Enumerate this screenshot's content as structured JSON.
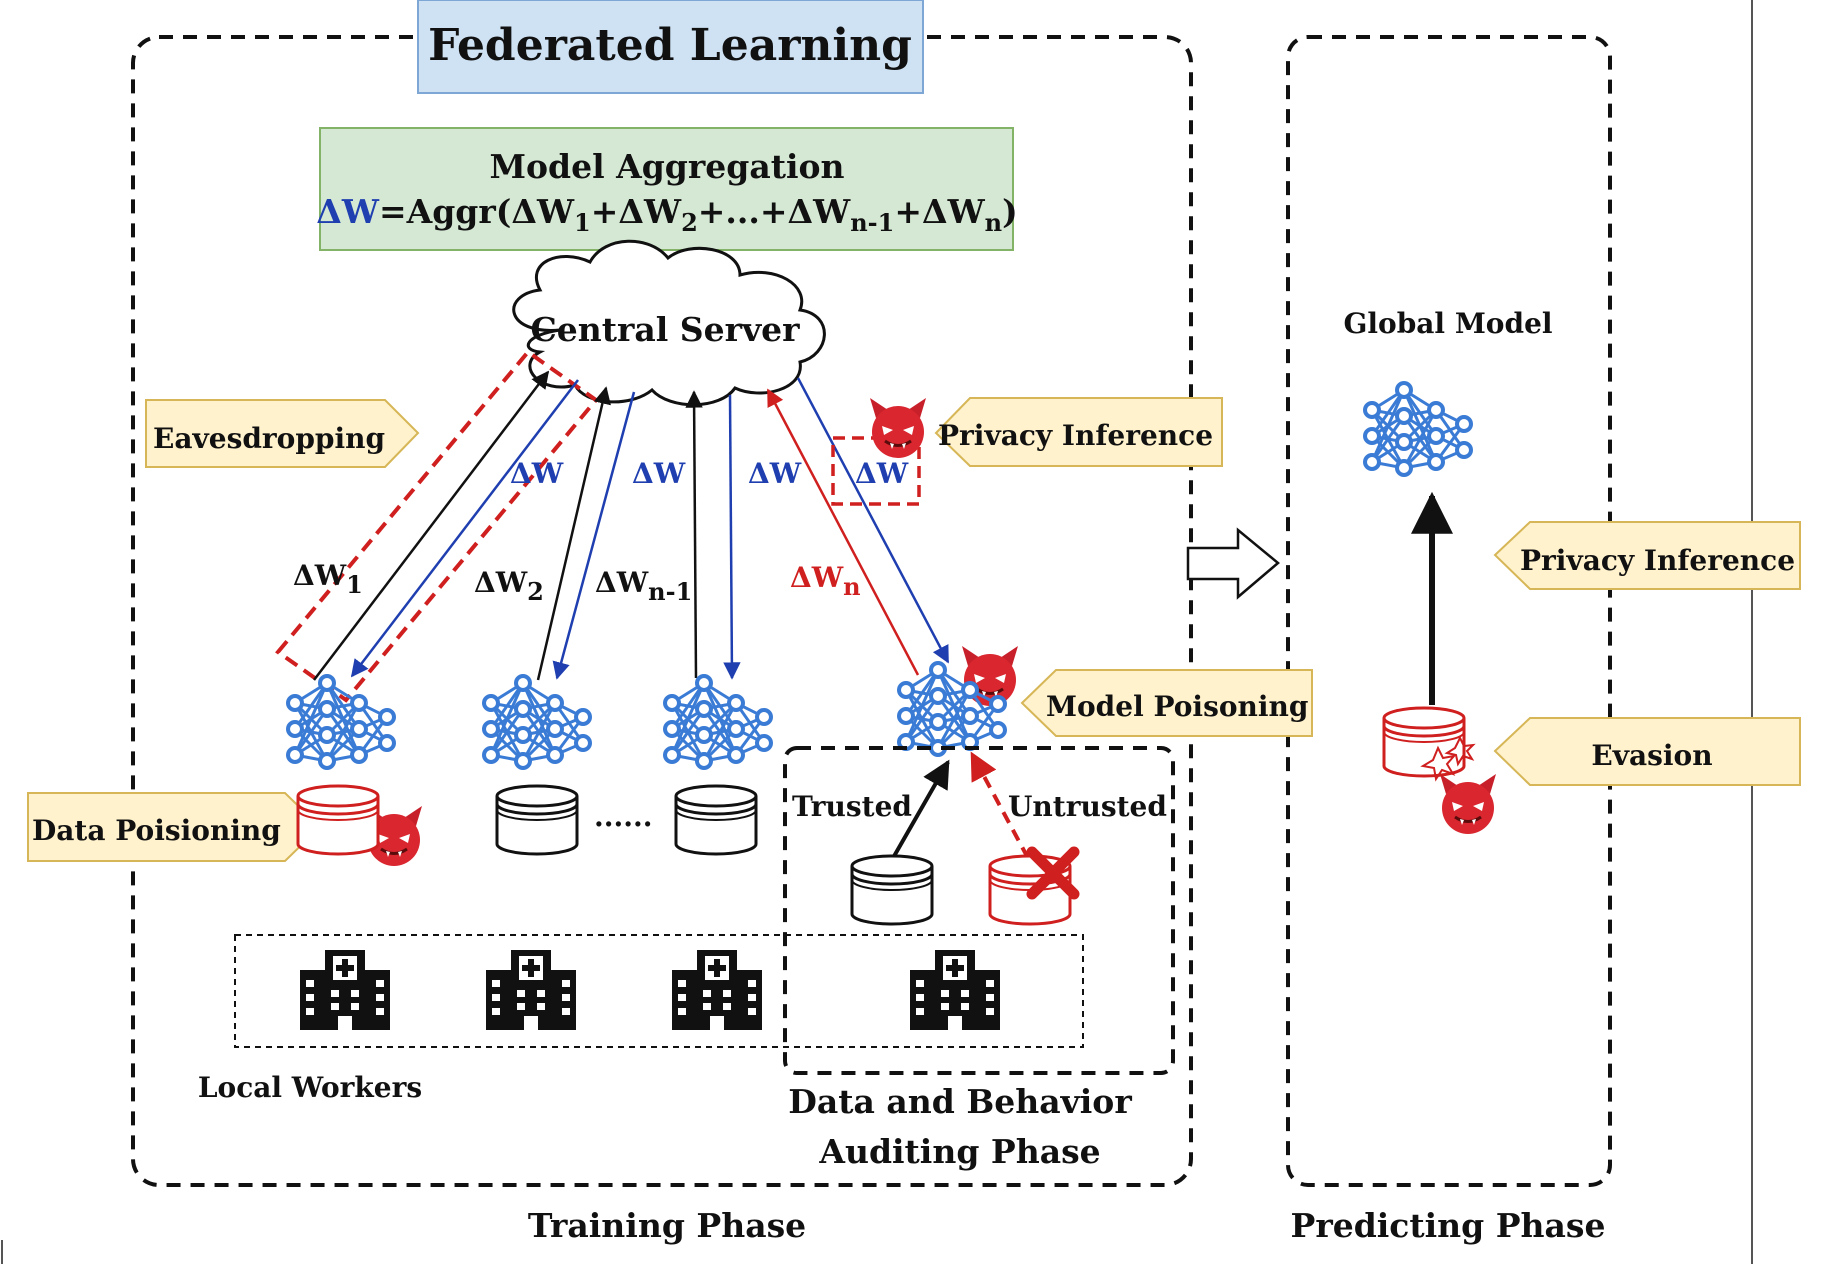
{
  "title": "Federated Learning",
  "aggregation": {
    "heading": "Model Aggregation",
    "formula": {
      "lhs": "ΔW",
      "eq": "=Aggr(ΔW",
      "s1": "1",
      "p1": "+ΔW",
      "s2": "2",
      "p2": "+...+ΔW",
      "s3": "n-1",
      "p3": "+ΔW",
      "s4": "n",
      "close": ")"
    }
  },
  "server": "Central Server",
  "updates": {
    "down": "ΔW",
    "w1": "ΔW",
    "w1_sub": "1",
    "w2": "ΔW",
    "w2_sub": "2",
    "wn1": "ΔW",
    "wn1_sub": "n-1",
    "wn": "ΔW",
    "wn_sub": "n"
  },
  "attacks": {
    "eavesdropping": "Eavesdropping",
    "privacy_inference_train": "Privacy Inference",
    "model_poisoning": "Model Poisoning",
    "data_poisoning": "Data Poisioning",
    "privacy_inference_predict": "Privacy Inference",
    "evasion": "Evasion"
  },
  "dots": "......",
  "audit": {
    "trusted": "Trusted",
    "untrusted": "Untrusted",
    "title_line1": "Data and Behavior",
    "title_line2": "Auditing Phase"
  },
  "local_workers": "Local Workers",
  "global_model": "Global Model",
  "phases": {
    "training": "Training Phase",
    "predicting": "Predicting Phase"
  },
  "icons": [
    "neural-network-icon",
    "database-icon",
    "devil-icon",
    "hospital-icon",
    "red-x-icon",
    "cloud-icon",
    "right-arrow-icon"
  ],
  "colors": {
    "title_box": "#cfe2f3",
    "aggregation_box": "#d5e8d4",
    "attack_tag": "#fff2cc",
    "blue": "#1f3fb0",
    "red": "#d01f1f",
    "nn_blue": "#3a7bd5"
  }
}
